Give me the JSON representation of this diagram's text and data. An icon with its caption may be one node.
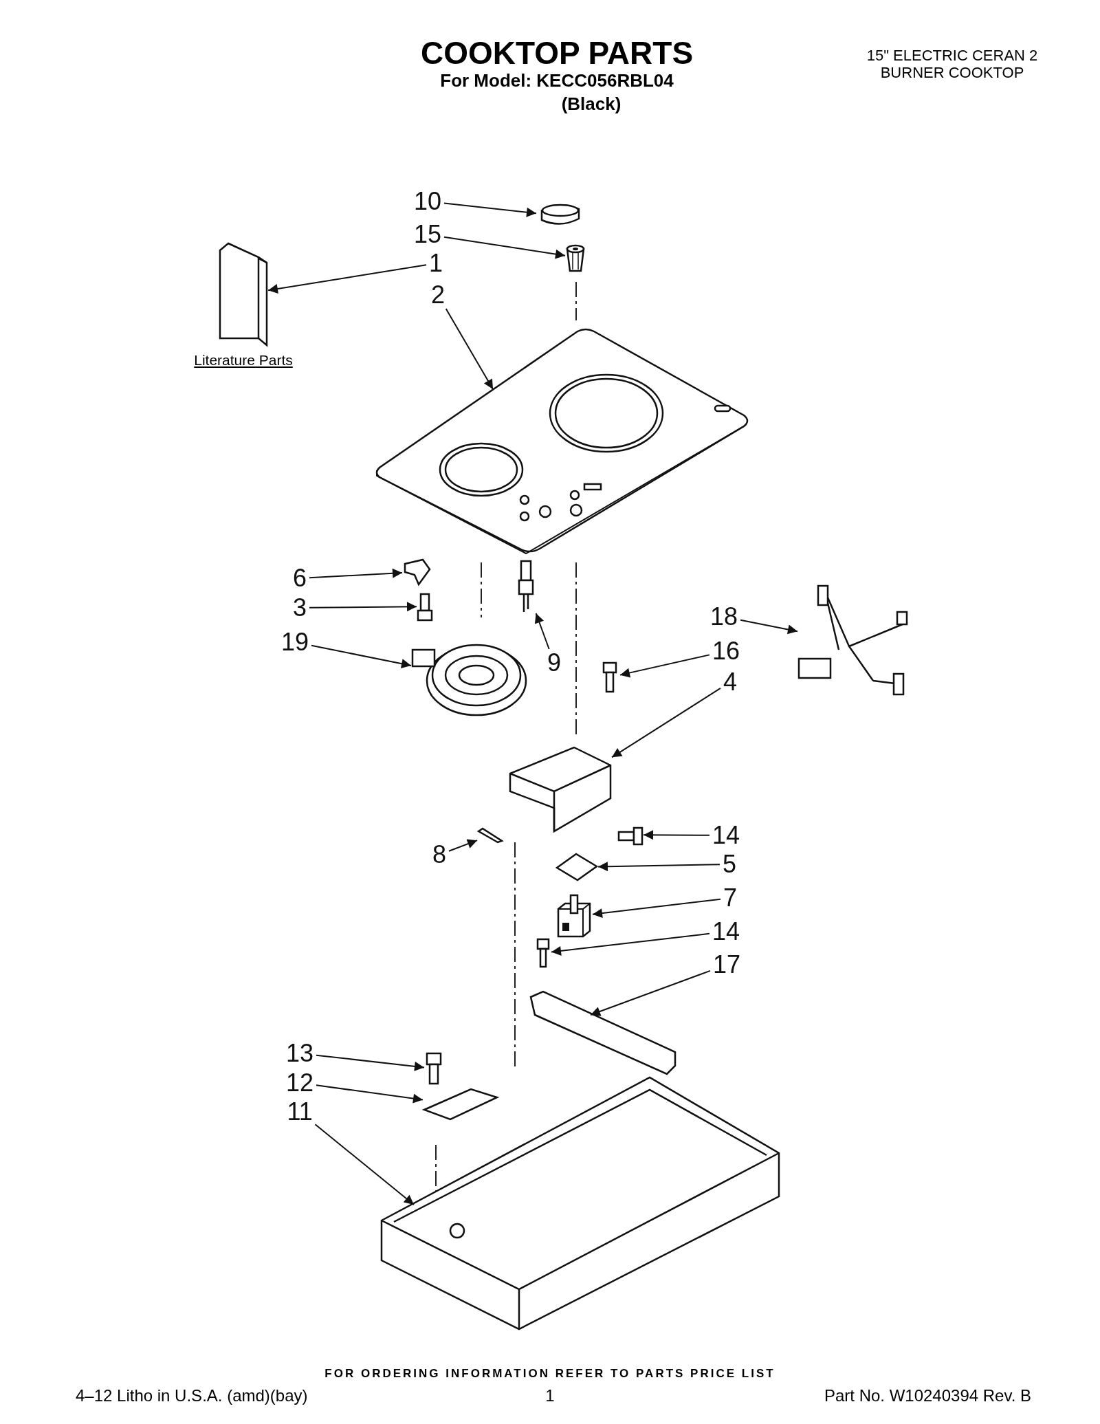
{
  "diagram": {
    "title": "COOKTOP PARTS",
    "nodes": [
      {
        "text": [
          "10"
        ]
      },
      {
        "text": [],
        "shape": "picture"
      },
      {
        "text": [
          "15"
        ]
      },
      {
        "text": [],
        "shape": "picture"
      },
      {
        "text": [
          "1"
        ]
      },
      {
        "text": [],
        "shape": "picture",
        "beside": [
          "Literature Parts"
        ]
      },
      {
        "text": [
          "2"
        ]
      },
      {
        "text": [],
        "shape": "picture"
      },
      {
        "text": [
          "6"
        ]
      },
      {
        "text": [],
        "shape": "picture"
      },
      {
        "text": [
          "3"
        ]
      },
      {
        "text": [],
        "shape": "picture"
      },
      {
        "text": [
          "19"
        ]
      },
      {
        "text": [],
        "shape": "picture"
      },
      {
        "text": [
          "9"
        ]
      },
      {
        "text": [],
        "shape": "picture"
      },
      {
        "text": [
          "18"
        ]
      },
      {
        "text": [],
        "shape": "picture"
      },
      {
        "text": [
          "16"
        ]
      },
      {
        "text": [],
        "shape": "picture"
      },
      {
        "text": [
          "4"
        ]
      },
      {
        "text": [],
        "shape": "picture"
      },
      {
        "text": [
          "14"
        ]
      },
      {
        "text": [],
        "shape": "picture"
      },
      {
        "text": [
          "8"
        ]
      },
      {
        "text": [],
        "shape": "picture"
      },
      {
        "text": [
          "5"
        ]
      },
      {
        "text": [],
        "shape": "picture"
      },
      {
        "text": [
          "7"
        ]
      },
      {
        "text": [],
        "shape": "picture"
      },
      {
        "text": [
          "14"
        ]
      },
      {
        "text": [],
        "shape": "picture"
      },
      {
        "text": [
          "17"
        ]
      },
      {
        "text": [],
        "shape": "picture"
      },
      {
        "text": [
          "13"
        ]
      },
      {
        "text": [],
        "shape": "picture"
      },
      {
        "text": [
          "12"
        ]
      },
      {
        "text": [],
        "shape": "picture"
      },
      {
        "text": [
          "11"
        ]
      },
      {
        "text": [],
        "shape": "picture"
      }
    ],
    "edges": [
      {
        "from": 0,
        "to": 1,
        "arrow": "to"
      },
      {
        "from": 2,
        "to": 3,
        "arrow": "to"
      },
      {
        "from": 4,
        "to": 5,
        "arrow": "to"
      },
      {
        "from": 6,
        "to": 7,
        "arrow": "to"
      },
      {
        "from": 8,
        "to": 9,
        "arrow": "to"
      },
      {
        "from": 10,
        "to": 11,
        "arrow": "to"
      },
      {
        "from": 12,
        "to": 13,
        "arrow": "to"
      },
      {
        "from": 14,
        "to": 15,
        "arrow": "to"
      },
      {
        "from": 16,
        "to": 17,
        "arrow": "to"
      },
      {
        "from": 18,
        "to": 19,
        "arrow": "to"
      },
      {
        "from": 20,
        "to": 21,
        "arrow": "to"
      },
      {
        "from": 22,
        "to": 23,
        "arrow": "to"
      },
      {
        "from": 24,
        "to": 25,
        "arrow": "to"
      },
      {
        "from": 26,
        "to": 27,
        "arrow": "to"
      },
      {
        "from": 28,
        "to": 29,
        "arrow": "to"
      },
      {
        "from": 30,
        "to": 31,
        "arrow": "to"
      },
      {
        "from": 32,
        "to": 33,
        "arrow": "to"
      },
      {
        "from": 34,
        "to": 35,
        "arrow": "to"
      },
      {
        "from": 36,
        "to": 37,
        "arrow": "to"
      },
      {
        "from": 38,
        "to": 39,
        "arrow": "to"
      }
    ],
    "labels": [
      "For Model: KECC056RBL04",
      "(Black)",
      "15\" ELECTRIC CERAN 2 BURNER COOKTOP",
      "FOR ORDERING INFORMATION REFER TO PARTS PRICE LIST",
      "4–12 Litho in U.S.A. (amd)(bay)",
      "1",
      "Part No. W10240394 Rev. B"
    ]
  }
}
